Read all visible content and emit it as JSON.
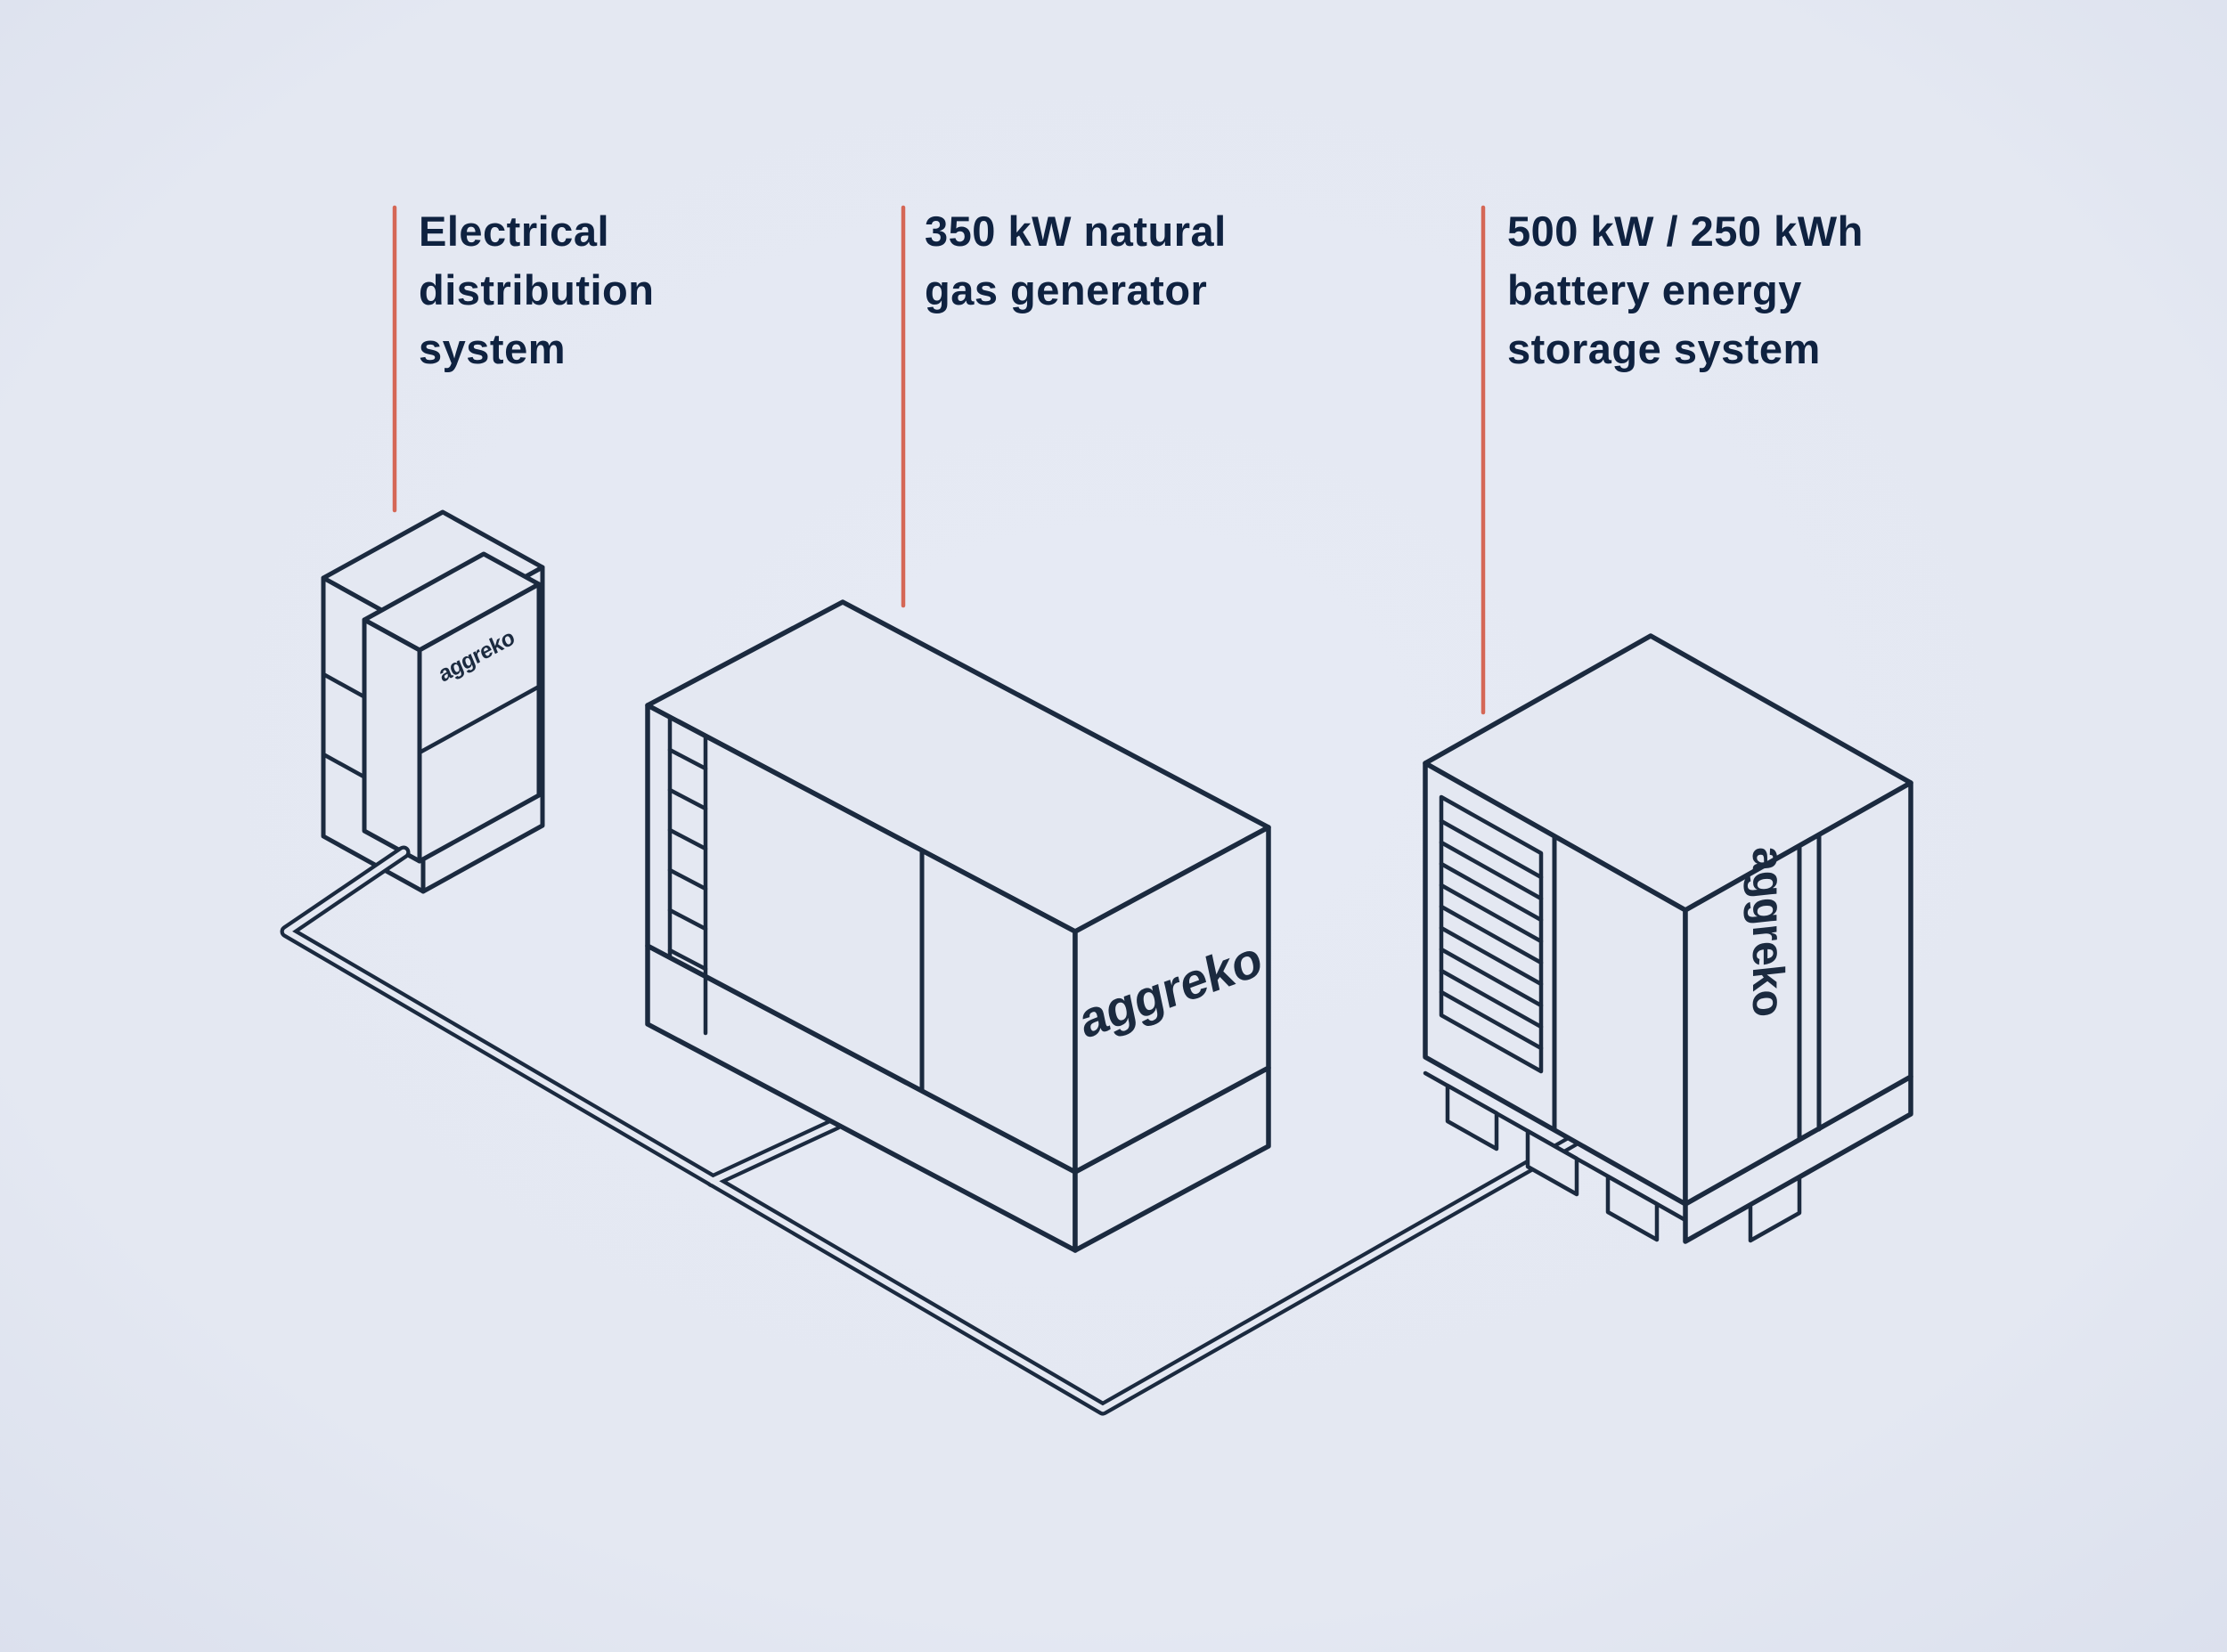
{
  "colors": {
    "background": "#e4e8f2",
    "background_edge": "#dde2ee",
    "line": "#1b2a3f",
    "text": "#0f2240",
    "accent_red": "#d5614e"
  },
  "brand_logo_text": "aggreko",
  "components": [
    {
      "id": "electrical-distribution-system",
      "label_lines": [
        "Electrical",
        "distribution",
        "system"
      ]
    },
    {
      "id": "natural-gas-generator",
      "label_lines": [
        "350 kW natural",
        "gas generator"
      ]
    },
    {
      "id": "battery-energy-storage-system",
      "label_lines": [
        "500 kW / 250 kWh",
        "battery energy",
        "storage system"
      ]
    }
  ],
  "connections": [
    {
      "type": "power-cable",
      "from": "electrical-distribution-system",
      "to": "battery-energy-storage-system"
    },
    {
      "type": "power-cable-branch",
      "from": "natural-gas-generator",
      "to": "power-cable"
    }
  ]
}
